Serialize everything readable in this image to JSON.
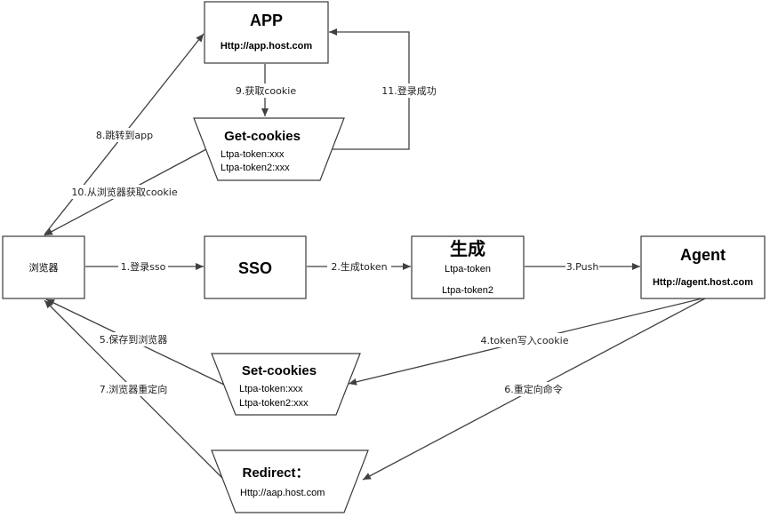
{
  "nodes": {
    "app": {
      "title": "APP",
      "subtitle": "Http://app.host.com"
    },
    "get_cookies": {
      "title": "Get-cookies",
      "lines": [
        "Ltpa-token:xxx",
        "Ltpa-token2:xxx"
      ]
    },
    "browser": {
      "title": "浏览器"
    },
    "sso": {
      "title": "SSO"
    },
    "generate": {
      "title": "生成",
      "lines": [
        "Ltpa-token",
        "Ltpa-token2"
      ]
    },
    "agent": {
      "title": "Agent",
      "subtitle": "Http://agent.host.com"
    },
    "set_cookies": {
      "title": "Set-cookies",
      "lines": [
        "Ltpa-token:xxx",
        "Ltpa-token2:xxx"
      ]
    },
    "redirect": {
      "title": "Redirect：",
      "subtitle": "Http://aap.host.com"
    }
  },
  "edges": {
    "e1": "1.登录sso",
    "e2": "2.生成token",
    "e3": "3.Push",
    "e4": "4.token写入cookie",
    "e5": "5.保存到浏览器",
    "e6": "6.重定向命令",
    "e7": "7.浏览器重定向",
    "e8": "8.跳转到app",
    "e9": "9.获取cookie",
    "e10": "10.从浏览器获取cookie",
    "e11": "11.登录成功"
  }
}
